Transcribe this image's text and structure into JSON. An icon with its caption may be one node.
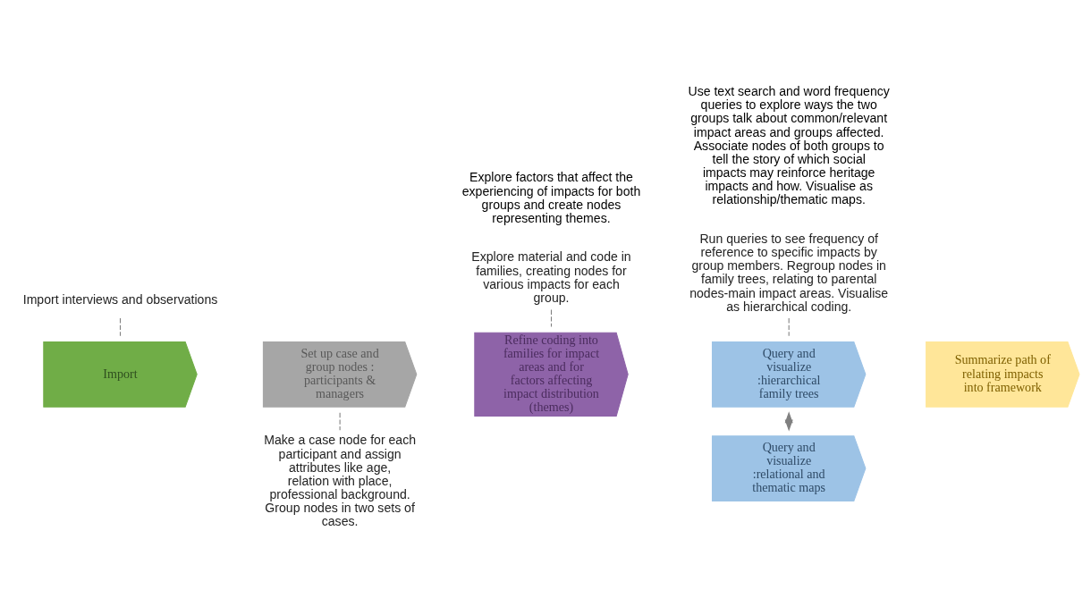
{
  "diagram": {
    "nodes": [
      {
        "text": [
          "Import"
        ]
      },
      {
        "text": [
          "Set up case and group nodes :",
          "participants & managers"
        ]
      },
      {
        "text": [
          "Refine coding into families for impact areas and for factors affecting impact distribution (themes)"
        ]
      },
      {
        "text": [
          "Query and visualize :hierarchical family trees"
        ]
      },
      {
        "text": [
          "Query and visualize :relational and thematic maps"
        ]
      },
      {
        "text": [
          "Summarize path of relating impacts into framework"
        ]
      },
      {
        "text": [
          "Import interviews and observations"
        ]
      },
      {
        "text": [
          "Make a case node for each participant and assign attributes like age, relation with place, professional background. Group nodes in two sets of cases."
        ]
      },
      {
        "text": [
          "Explore material and code in families, creating nodes for various impacts for each group."
        ]
      },
      {
        "text": [
          "Run queries to see frequency of reference to specific impacts by group members. Regroup nodes in family trees, relating to parental nodes-main impact areas. Visualise as hierarchical coding."
        ]
      }
    ],
    "edges": [
      {
        "from": 6,
        "to": 0,
        "arrow": "none",
        "style": "dashed"
      },
      {
        "from": 1,
        "to": 7,
        "arrow": "none",
        "style": "dashed"
      },
      {
        "from": 8,
        "to": 2,
        "arrow": "none",
        "style": "dashed"
      },
      {
        "from": 9,
        "to": 3,
        "arrow": "none",
        "style": "dashed"
      },
      {
        "from": 3,
        "to": 4,
        "arrow": "both",
        "style": "dashed"
      }
    ],
    "labels": [
      "Explore factors that affect the experiencing of impacts for both groups and create nodes representing themes.",
      "Use text search and word frequency queries to explore ways the two groups talk about common/relevant impact areas and groups affected. Associate nodes of both groups to tell the story of which social impacts may reinforce heritage impacts and how. Visualise as relationship/thematic maps."
    ]
  }
}
